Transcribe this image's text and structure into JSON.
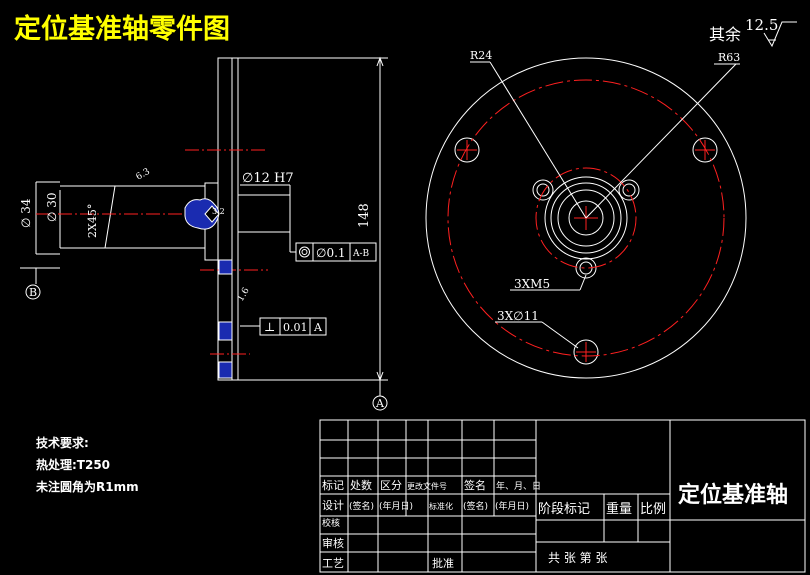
{
  "title": "定位基准轴零件图",
  "roughness": {
    "prefix": "其余",
    "value": "12.5"
  },
  "front_view": {
    "dims": {
      "length": "148",
      "bore": "∅12 H7",
      "outer_dia": "∅ 34",
      "inner_dia": "∅ 30",
      "chamfer": "2X45°",
      "rough_a": "6.3",
      "rough_b": "3.2",
      "rough_c": "1.6"
    },
    "datum_a": "A",
    "datum_b": "B",
    "fcf_concentricity": {
      "tol": "∅0.1",
      "datum": "A-B"
    },
    "fcf_perpendicularity": {
      "tol": "0.01",
      "datum": "A"
    }
  },
  "side_view": {
    "r24": "R24",
    "r63": "R63",
    "m5": "3XM5",
    "holes": "3X∅11"
  },
  "notes": {
    "heading": "技术要求:",
    "line1": "热处理:T250",
    "line2": "未注圆角为R1mm"
  },
  "title_block": {
    "part_name": "定位基准轴",
    "row1": [
      "标记",
      "处数",
      "区分",
      "更改文件号",
      "签名",
      "年、月、日"
    ],
    "row2": [
      "设计",
      "(签名)",
      "(年月日)",
      "标准化",
      "(签名)",
      "(年月日)"
    ],
    "stage": "阶段标记",
    "weight": "重量",
    "scale": "比例",
    "checker": "校核",
    "review": "审核",
    "process": "工艺",
    "approve": "批准",
    "sheets": "共   张  第   张"
  }
}
